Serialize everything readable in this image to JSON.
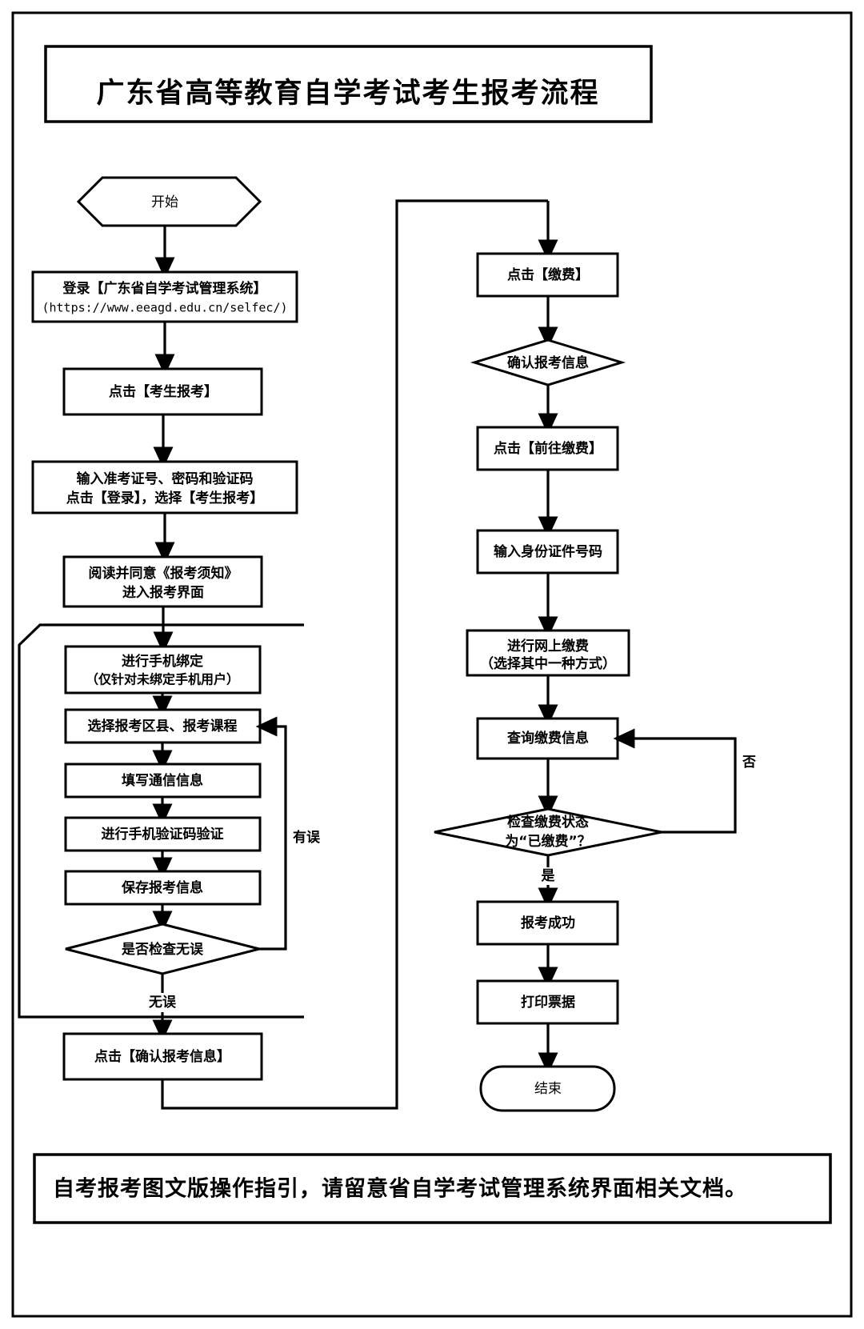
{
  "document": {
    "title": "广东省高等教育自学考试考生报考流程",
    "footer_note": "自考报考图文版操作指引，请留意省自学考试管理系统界面相关文档。"
  },
  "chart_data": {
    "type": "diagram",
    "diagram_kind": "flowchart",
    "title": "广东省高等教育自学考试考生报考流程",
    "orientation": "two-column top-to-bottom",
    "nodes": [
      {
        "id": "start",
        "shape": "hexagon",
        "text": "开始"
      },
      {
        "id": "login",
        "shape": "rect",
        "text": "登录【广东省自学考试管理系统】",
        "subtext": "(https://www.eeagd.edu.cn/selfec/)"
      },
      {
        "id": "click_apply",
        "shape": "rect",
        "text": "点击【考生报考】"
      },
      {
        "id": "enter_creds",
        "shape": "rect",
        "text": "输入准考证号、密码和验证码",
        "subtext": "点击【登录】，选择【考生报考】"
      },
      {
        "id": "read_notice",
        "shape": "rect",
        "text": "阅读并同意《报考须知》",
        "subtext": "进入报考界面"
      },
      {
        "id": "bind_phone",
        "shape": "rect",
        "text": "进行手机绑定",
        "subtext": "（仅针对未绑定手机用户）"
      },
      {
        "id": "select_course",
        "shape": "rect",
        "text": "选择报考区县、报考课程"
      },
      {
        "id": "fill_contact",
        "shape": "rect",
        "text": "填写通信信息"
      },
      {
        "id": "verify_sms",
        "shape": "rect",
        "text": "进行手机验证码验证"
      },
      {
        "id": "save_info",
        "shape": "rect",
        "text": "保存报考信息"
      },
      {
        "id": "check_ok",
        "shape": "diamond",
        "text": "是否检查无误"
      },
      {
        "id": "confirm_info",
        "shape": "rect",
        "text": "点击【确认报考信息】"
      },
      {
        "id": "click_pay",
        "shape": "rect",
        "text": "点击【缴费】"
      },
      {
        "id": "confirm_apply",
        "shape": "diamond",
        "text": "确认报考信息"
      },
      {
        "id": "goto_pay",
        "shape": "rect",
        "text": "点击【前往缴费】"
      },
      {
        "id": "enter_id",
        "shape": "rect",
        "text": "输入身份证件号码"
      },
      {
        "id": "online_pay",
        "shape": "rect",
        "text": "进行网上缴费",
        "subtext": "（选择其中一种方式）"
      },
      {
        "id": "query_pay",
        "shape": "rect",
        "text": "查询缴费信息"
      },
      {
        "id": "check_paid",
        "shape": "diamond",
        "text": "检查缴费状态",
        "subtext": "为“已缴费”？"
      },
      {
        "id": "apply_success",
        "shape": "rect",
        "text": "报考成功"
      },
      {
        "id": "print_receipt",
        "shape": "rect",
        "text": "打印票据"
      },
      {
        "id": "end",
        "shape": "stadium",
        "text": "结束"
      }
    ],
    "edges": [
      {
        "from": "start",
        "to": "login",
        "label": ""
      },
      {
        "from": "login",
        "to": "click_apply",
        "label": ""
      },
      {
        "from": "click_apply",
        "to": "enter_creds",
        "label": ""
      },
      {
        "from": "enter_creds",
        "to": "read_notice",
        "label": ""
      },
      {
        "from": "read_notice",
        "to": "bind_phone",
        "label": ""
      },
      {
        "from": "bind_phone",
        "to": "select_course",
        "label": ""
      },
      {
        "from": "select_course",
        "to": "fill_contact",
        "label": ""
      },
      {
        "from": "fill_contact",
        "to": "verify_sms",
        "label": ""
      },
      {
        "from": "verify_sms",
        "to": "save_info",
        "label": ""
      },
      {
        "from": "save_info",
        "to": "check_ok",
        "label": ""
      },
      {
        "from": "check_ok",
        "to": "select_course",
        "label": "有误"
      },
      {
        "from": "check_ok",
        "to": "confirm_info",
        "label": "无误"
      },
      {
        "from": "confirm_info",
        "to": "click_pay",
        "label": ""
      },
      {
        "from": "click_pay",
        "to": "confirm_apply",
        "label": ""
      },
      {
        "from": "confirm_apply",
        "to": "goto_pay",
        "label": ""
      },
      {
        "from": "goto_pay",
        "to": "enter_id",
        "label": ""
      },
      {
        "from": "enter_id",
        "to": "online_pay",
        "label": ""
      },
      {
        "from": "online_pay",
        "to": "query_pay",
        "label": ""
      },
      {
        "from": "query_pay",
        "to": "check_paid",
        "label": ""
      },
      {
        "from": "check_paid",
        "to": "query_pay",
        "label": "否"
      },
      {
        "from": "check_paid",
        "to": "apply_success",
        "label": "是"
      },
      {
        "from": "apply_success",
        "to": "print_receipt",
        "label": ""
      },
      {
        "from": "print_receipt",
        "to": "end",
        "label": ""
      }
    ],
    "edge_labels": [
      "有误",
      "无误",
      "否",
      "是"
    ]
  },
  "nodes": {
    "start": {
      "text": "开始"
    },
    "login": {
      "line1": "登录【广东省自学考试管理系统】",
      "line2": "(https://www.eeagd.edu.cn/selfec/)"
    },
    "click_apply": {
      "text": "点击【考生报考】"
    },
    "enter_creds": {
      "line1": "输入准考证号、密码和验证码",
      "line2": "点击【登录】，选择【考生报考】"
    },
    "read_notice": {
      "line1": "阅读并同意《报考须知》",
      "line2": "进入报考界面"
    },
    "bind_phone": {
      "line1": "进行手机绑定",
      "line2": "（仅针对未绑定手机用户）"
    },
    "select_course": {
      "text": "选择报考区县、报考课程"
    },
    "fill_contact": {
      "text": "填写通信信息"
    },
    "verify_sms": {
      "text": "进行手机验证码验证"
    },
    "save_info": {
      "text": "保存报考信息"
    },
    "check_ok": {
      "text": "是否检查无误"
    },
    "confirm_info": {
      "text": "点击【确认报考信息】"
    },
    "click_pay": {
      "text": "点击【缴费】"
    },
    "confirm_apply": {
      "text": "确认报考信息"
    },
    "goto_pay": {
      "text": "点击【前往缴费】"
    },
    "enter_id": {
      "text": "输入身份证件号码"
    },
    "online_pay": {
      "line1": "进行网上缴费",
      "line2": "（选择其中一种方式）"
    },
    "query_pay": {
      "text": "查询缴费信息"
    },
    "check_paid": {
      "line1": "检查缴费状态",
      "line2": "为“已缴费”？"
    },
    "apply_success": {
      "text": "报考成功"
    },
    "print_receipt": {
      "text": "打印票据"
    },
    "end": {
      "text": "结束"
    }
  },
  "labels": {
    "has_error": "有误",
    "no_error": "无误",
    "no": "否",
    "yes": "是"
  }
}
